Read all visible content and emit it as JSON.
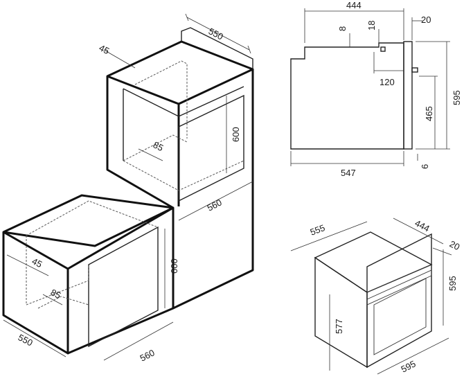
{
  "cabinet_upper": {
    "depth": "550",
    "top_gap": "45",
    "height": "600",
    "inner_depth": "85",
    "width": "560"
  },
  "cabinet_lower": {
    "side_gap": "45",
    "inner_depth": "85",
    "height": "600",
    "depth": "550",
    "width": "560"
  },
  "oven_side": {
    "total_depth": "444",
    "front_panel": "20",
    "step_a": "8",
    "step_b": "18",
    "control_depth": "120",
    "total_height": "595",
    "body_height": "465",
    "overall_depth": "547",
    "foot": "6"
  },
  "oven_iso": {
    "depth": "555",
    "body_depth": "444",
    "panel": "20",
    "height": "595",
    "inner_height": "577",
    "width": "595"
  }
}
